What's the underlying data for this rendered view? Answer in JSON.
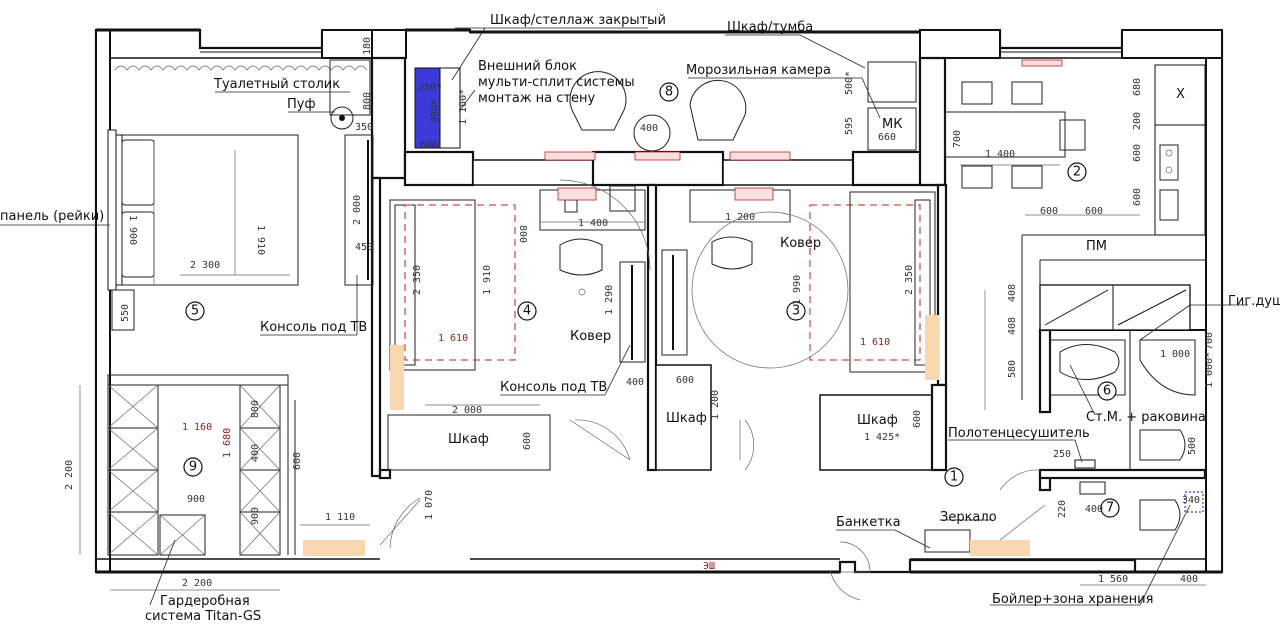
{
  "labels": {
    "shkaf_stellazh": "Шкаф/стеллаж закрытый",
    "shkaf_tumba": "Шкаф/тумба",
    "vneshniy_1": "Внешний блок",
    "vneshniy_2": "мульти-сплит системы",
    "vneshniy_3": "монтаж на стену",
    "moroz": "Морозильная камера",
    "tualet": "Туалетный столик",
    "puf": "Пуф",
    "panel": "панель (рейки)",
    "konsol_tv": "Консоль под ТВ",
    "konsol_tv2": "Консоль под ТВ",
    "kover4": "Ковер",
    "kover3": "Ковер",
    "shkaf_a": "Шкаф",
    "shkaf_b": "Шкаф",
    "shkaf_c": "Шкаф",
    "pm": "ПМ",
    "mk": "МК",
    "kh": "Х",
    "gig": "Гиг.душ",
    "stm": "Ст.М. + раковина",
    "polot": "Полотенцесушитель",
    "banketka": "Банкетка",
    "zerkalo": "Зеркало",
    "boiler": "Бойлер+зона хранения",
    "garderob_1": "Гардеробная",
    "garderob_2": "система Titan-GS",
    "esh": "ЭШ"
  },
  "rooms": [
    "1",
    "2",
    "3",
    "4",
    "5",
    "6",
    "7",
    "8",
    "9"
  ],
  "dims": {
    "d350": "350*",
    "d890": "890*",
    "d600a": "600",
    "d1100": "1 100*",
    "d180": "180",
    "d800": "800",
    "d350b": "350",
    "d1910": "1 910",
    "d2300": "2 300",
    "d1900": "1 900",
    "d2000": "2 000",
    "d450": "450",
    "d550": "550",
    "d1400": "1 400",
    "d800b": "800",
    "d2350": "2 350",
    "d1910b": "1 910",
    "d1610": "1 610",
    "d1290": "1 290",
    "d400": "400",
    "d600b": "600",
    "d2000b": "2 000",
    "d600c": "600",
    "d1200": "1 200",
    "d1990": "1 990",
    "d2350b": "2 350",
    "d1610b": "1 610",
    "d600d": "600",
    "d1200b": "1 200",
    "d1425": "1 425*",
    "d600e": "600",
    "d400b": "400",
    "d500": "500*",
    "d595": "595",
    "d660": "660",
    "d1400b": "1 400",
    "d700": "700",
    "d680": "680",
    "d200": "200",
    "d600f": "600",
    "d600g": "600",
    "d600h": "600",
    "d600i": "600",
    "d408": "408",
    "d408b": "408",
    "d580": "580",
    "d1000": "1 000",
    "d700b": "700",
    "d1000b": "1 000*",
    "d500b": "500",
    "d250": "250",
    "d220": "220",
    "d400c": "400",
    "d340": "340",
    "d1560": "1 560",
    "d400d": "400",
    "d1160": "1 160",
    "d1680": "1 680",
    "d900": "900",
    "d900b": "900",
    "d800c": "800",
    "d400e": "400",
    "d600j": "600",
    "d2200": "2 200",
    "d2200b": "2 200",
    "d1110": "1 110",
    "d1070": "1 070"
  },
  "colors": {
    "wall": "#111111",
    "dash": "#bb2222",
    "accent": "#f8d7b0",
    "unit": "#3b3bd9"
  }
}
